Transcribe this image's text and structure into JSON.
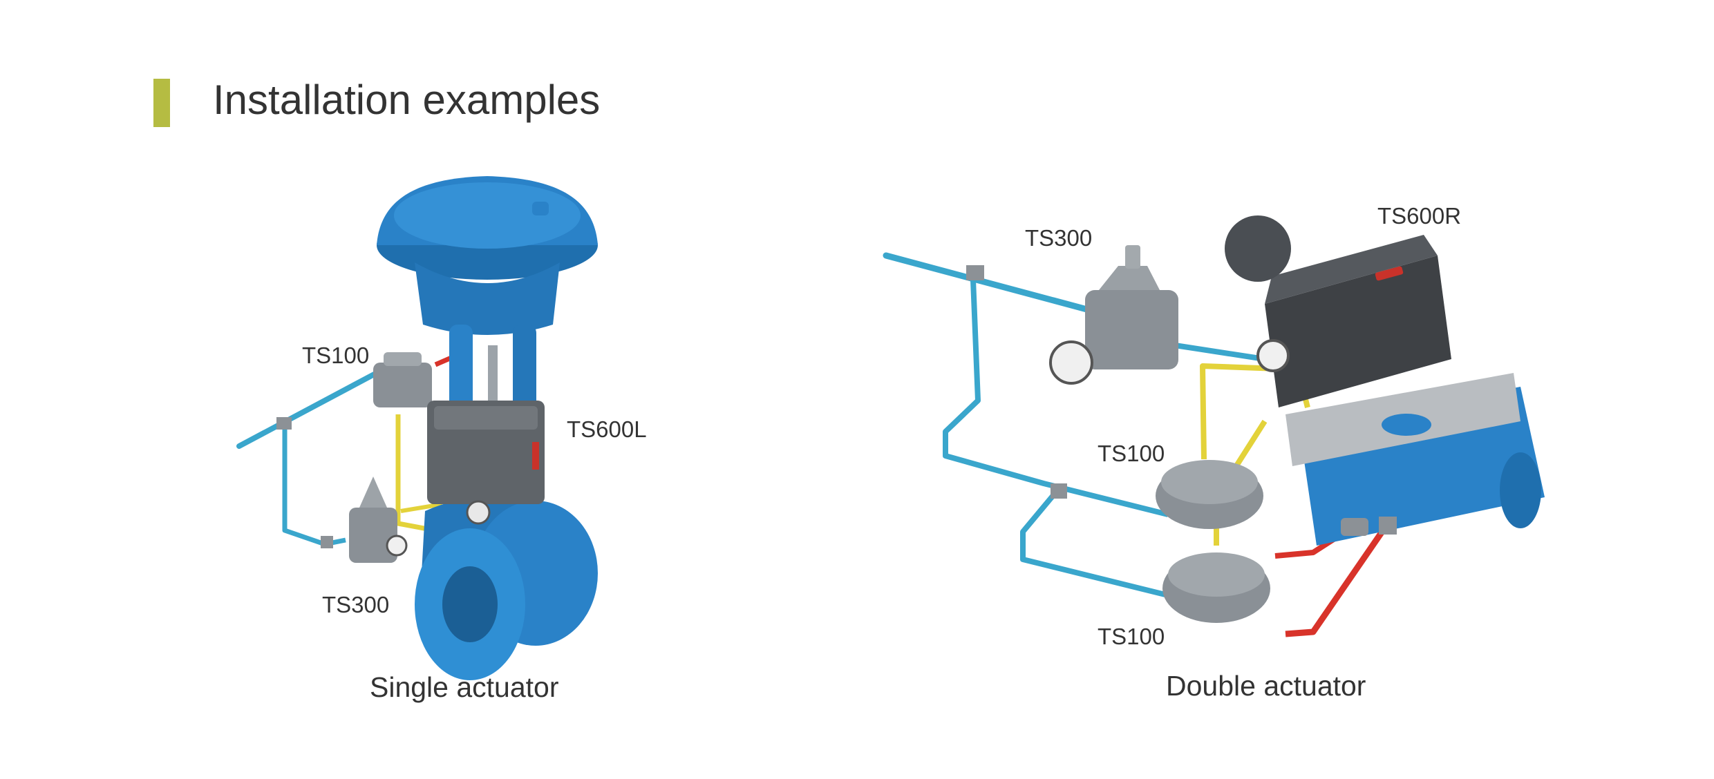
{
  "page": {
    "title": "Installation examples"
  },
  "colors": {
    "accent": "#b5bc42",
    "body_blue": "#2a82c8",
    "pipe_blue": "#3aa6cc",
    "pipe_yellow": "#e3d23a",
    "pipe_red": "#d8332a",
    "unit_gray": "#6f747a",
    "unit_dark": "#3e4145"
  },
  "single": {
    "caption": "Single actuator",
    "labels": {
      "ts100": "TS100",
      "ts600l": "TS600L",
      "ts300": "TS300"
    }
  },
  "double": {
    "caption": "Double actuator",
    "labels": {
      "ts300": "TS300",
      "ts600r": "TS600R",
      "ts100_top": "TS100",
      "ts100_bottom": "TS100"
    }
  }
}
